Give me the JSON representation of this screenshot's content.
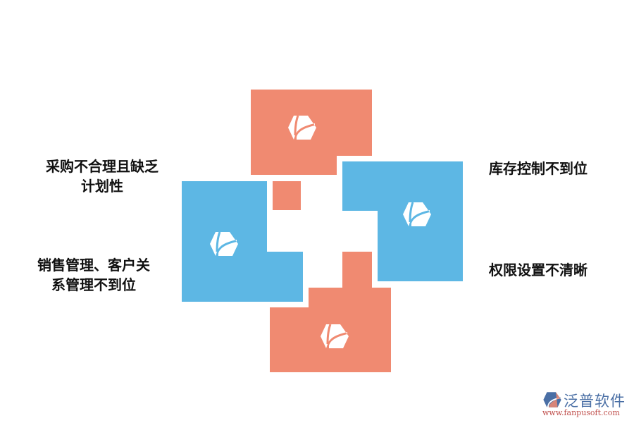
{
  "colors": {
    "salmon": "#f08a71",
    "blue": "#5db7e4",
    "text": "#111111"
  },
  "labels": {
    "top_left_line1": "采购不合理且缺乏",
    "top_left_line2": "计划性",
    "bottom_left_line1": "销售管理、客户关",
    "bottom_left_line2": "系管理不到位",
    "top_right": "库存控制不到位",
    "bottom_right": "权限设置不清晰"
  },
  "icons": [
    "leaf-hexagon-icon",
    "leaf-hexagon-icon",
    "leaf-hexagon-icon",
    "leaf-hexagon-icon"
  ],
  "brand": {
    "name": "泛普软件",
    "url": "www.fanpusoft.com"
  }
}
